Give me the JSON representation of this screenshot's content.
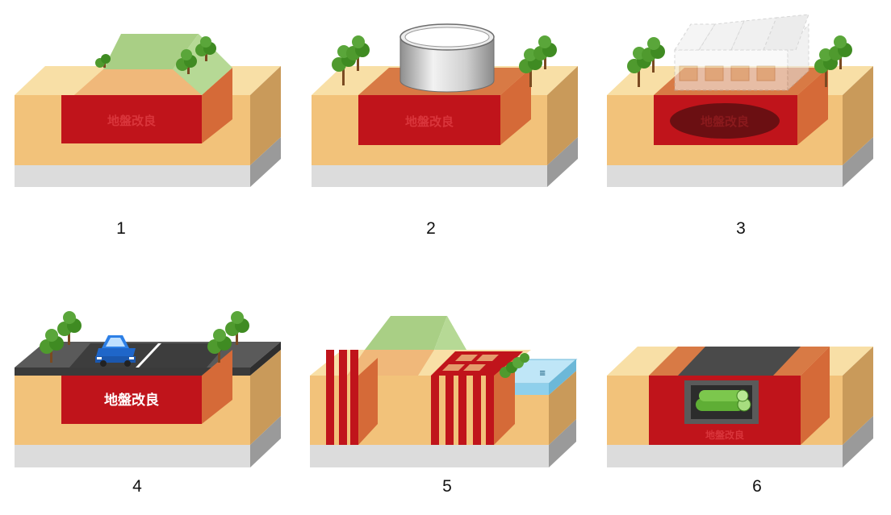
{
  "colors": {
    "soil_front": "#f2c27a",
    "soil_top": "#f8dfa6",
    "soil_side": "#c99a5a",
    "improved_zone": "#c0141b",
    "improved_side": "#d56a38",
    "base_front": "#dcdcdc",
    "base_side": "#9a9a9a",
    "embankment_top": "#a9cf85",
    "road_top": "#4b4b4b",
    "water": "#bfe6f7"
  },
  "panels": [
    {
      "number": "1",
      "subject": "embankment",
      "label": "地盤改良"
    },
    {
      "number": "2",
      "subject": "storage-tank",
      "label": "地盤改良"
    },
    {
      "number": "3",
      "subject": "building",
      "label": "地盤改良"
    },
    {
      "number": "4",
      "subject": "road",
      "label": "地盤改良"
    },
    {
      "number": "5",
      "subject": "levee-columns",
      "label": ""
    },
    {
      "number": "6",
      "subject": "culvert",
      "label": "地盤改良"
    }
  ]
}
